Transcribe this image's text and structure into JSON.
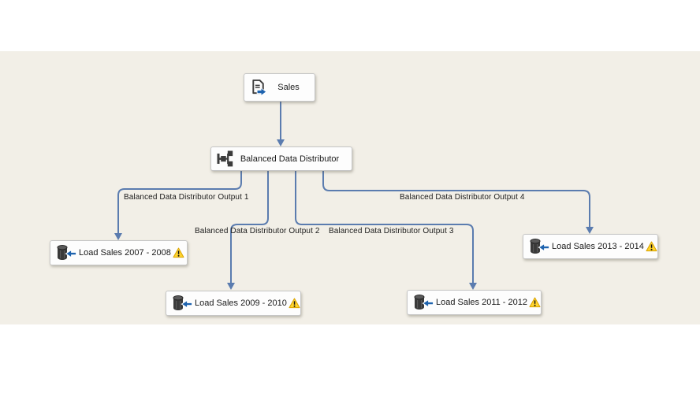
{
  "colors": {
    "canvas_background": "#f2efe7",
    "node_background": "#fdfdfd",
    "node_border": "#c6c6c6",
    "connector_blue": "#5b7caf",
    "icon_arrow_blue": "#1e63ae",
    "icon_dark_gray": "#3c3c3c",
    "warning_yellow": "#ffd42e"
  },
  "icons": {
    "source": "document-arrow-right-icon",
    "distributor": "split-branch-icon",
    "destination": "database-arrow-left-icon",
    "warning": "warning-triangle-icon"
  },
  "nodes": {
    "source": {
      "label": "Sales"
    },
    "distributor": {
      "label": "Balanced Data Distributor"
    },
    "destinations": [
      {
        "label": "Load Sales 2007 - 2008",
        "warning": "true"
      },
      {
        "label": "Load Sales 2009 - 2010",
        "warning": "true"
      },
      {
        "label": "Load Sales 2011 - 2012",
        "warning": "true"
      },
      {
        "label": "Load Sales 2013 - 2014",
        "warning": "true"
      }
    ]
  },
  "connectors": [
    {
      "label": "Balanced Data Distributor Output 1"
    },
    {
      "label": "Balanced Data Distributor Output 2"
    },
    {
      "label": "Balanced Data Distributor Output 3"
    },
    {
      "label": "Balanced Data Distributor Output 4"
    }
  ]
}
